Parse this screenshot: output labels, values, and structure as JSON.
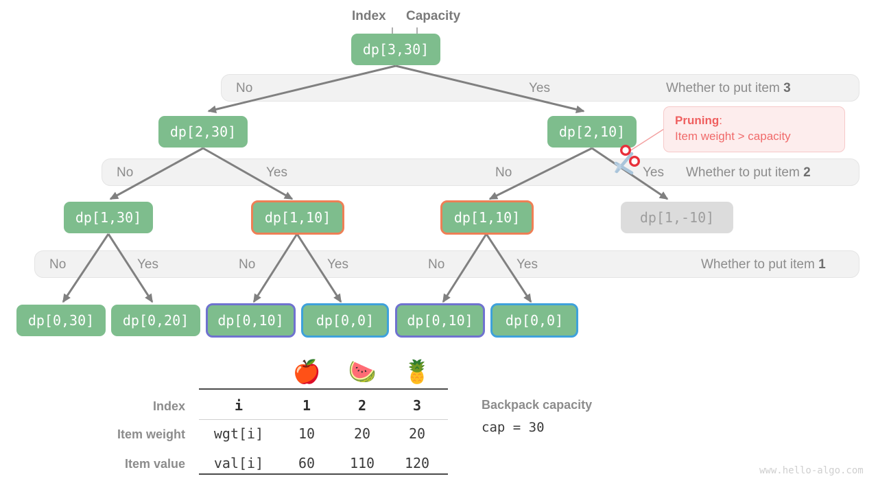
{
  "captions": {
    "index": "Index",
    "capacity": "Capacity"
  },
  "bands": [
    {
      "label_prefix": "Whether to put item ",
      "label_item": "3",
      "choices": [
        "No",
        "Yes"
      ]
    },
    {
      "label_prefix": "Whether to put item ",
      "label_item": "2",
      "choices": [
        "No",
        "Yes",
        "No",
        "Yes"
      ]
    },
    {
      "label_prefix": "Whether to put item ",
      "label_item": "1",
      "choices": [
        "No",
        "Yes",
        "No",
        "Yes",
        "No",
        "Yes"
      ]
    }
  ],
  "tree": {
    "row0": [
      {
        "label": "dp[3,30]",
        "state": "normal"
      }
    ],
    "row1": [
      {
        "label": "dp[2,30]",
        "state": "normal"
      },
      {
        "label": "dp[2,10]",
        "state": "normal"
      }
    ],
    "row2": [
      {
        "label": "dp[1,30]",
        "state": "normal"
      },
      {
        "label": "dp[1,10]",
        "state": "orange"
      },
      {
        "label": "dp[1,10]",
        "state": "orange"
      },
      {
        "label": "dp[1,-10]",
        "state": "dead"
      }
    ],
    "row3": [
      {
        "label": "dp[0,30]",
        "state": "normal"
      },
      {
        "label": "dp[0,20]",
        "state": "normal"
      },
      {
        "label": "dp[0,10]",
        "state": "purple"
      },
      {
        "label": "dp[0,0]",
        "state": "cyan"
      },
      {
        "label": "dp[0,10]",
        "state": "purple"
      },
      {
        "label": "dp[0,0]",
        "state": "cyan"
      }
    ]
  },
  "pruning": {
    "title": "Pruning",
    "colon": ":",
    "reason": "Item weight > capacity"
  },
  "table": {
    "fruits": [
      "🍎",
      "🍉",
      "🍍"
    ],
    "row_labels": [
      "Index",
      "Item weight",
      "Item value"
    ],
    "rows": [
      {
        "key": "i",
        "values": [
          "1",
          "2",
          "3"
        ]
      },
      {
        "key": "wgt[i]",
        "values": [
          "10",
          "20",
          "20"
        ]
      },
      {
        "key": "val[i]",
        "values": [
          "60",
          "110",
          "120"
        ]
      }
    ]
  },
  "side_note": {
    "title": "Backpack capacity",
    "value": "cap = 30"
  },
  "watermark": "www.hello-algo.com",
  "colors": {
    "node_green": "#7ebd8d",
    "orange_border": "#ee7f55",
    "purple_border": "#6f72cf",
    "cyan_border": "#3ea1db",
    "dead_bg": "#dcdcdc",
    "band_bg": "#f2f2f2",
    "arrow": "#808080",
    "prune_red": "#ef5f5f",
    "prune_bg": "#fdeded",
    "scissor_handle": "#e8303a",
    "scissor_blade": "#a9c4da"
  }
}
